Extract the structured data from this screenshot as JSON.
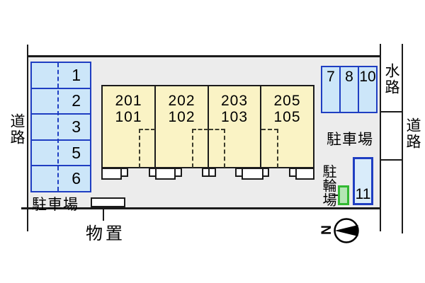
{
  "plan": {
    "road_left": "道路",
    "road_right": "道路",
    "waterway": "水路",
    "parking_lot_left": "駐車場",
    "parking_lot_right": "駐車場",
    "bicycle_parking": "駐輪場",
    "storage_shed": "物置",
    "compass_north": "N"
  },
  "parking_spaces": {
    "left_column": [
      "1",
      "2",
      "3",
      "5",
      "6"
    ],
    "top_right_row": [
      "7",
      "8",
      "10"
    ],
    "right_space": "11"
  },
  "building": {
    "units": [
      {
        "upper": "201",
        "lower": "101"
      },
      {
        "upper": "202",
        "lower": "102"
      },
      {
        "upper": "203",
        "lower": "103"
      },
      {
        "upper": "205",
        "lower": "105"
      }
    ]
  },
  "colors": {
    "site_fill": "#ececec",
    "line": "#1b1b1b",
    "space_fill": "#cce6f9",
    "space_border": "#1f3ec2",
    "space11_fill": "#d9ecfa",
    "building_fill": "#faf3c5",
    "building_border": "#1b1b1b",
    "bike_fill": "#b4e6b4",
    "bike_border": "#32b932",
    "shed_fill": "#ffffff"
  }
}
